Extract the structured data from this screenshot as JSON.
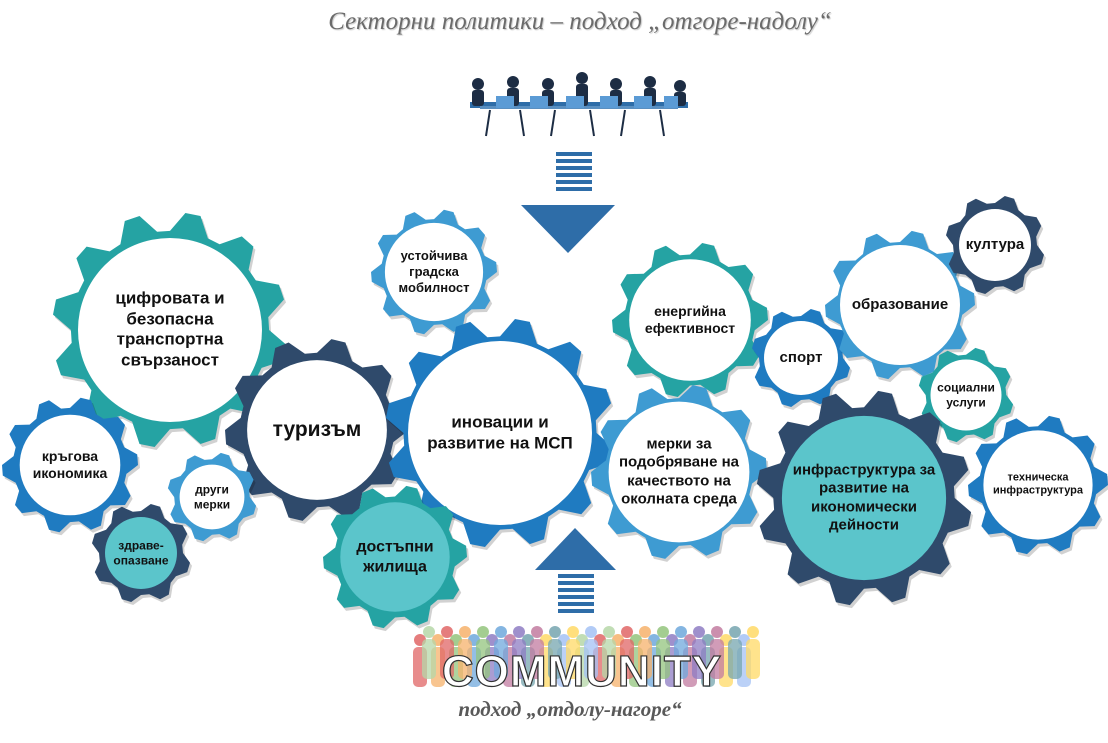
{
  "title": "Секторни политики – подход „отгоре-надолу“",
  "bottom_caption": "подход „отдолу-нагоре“",
  "community_word": "COMMUNITY",
  "colors": {
    "teal": "#25A3A3",
    "dark_navy": "#2F4A6B",
    "blue": "#1F7BC1",
    "light_blue": "#3E9BD2",
    "inner_fill": "#FFFFFF",
    "inner_fill_teal": "#5BC5CB",
    "arrow_blue": "#2E6DA8"
  },
  "gears": [
    {
      "id": "digital",
      "label": "цифровата и безопасна транспортна свързаност",
      "color": "teal",
      "icon": "gear-icon"
    },
    {
      "id": "circular",
      "label": "кръгова икономика",
      "color": "blue",
      "icon": "gear-icon"
    },
    {
      "id": "tourism",
      "label": "туризъм",
      "color": "dark_navy",
      "icon": "gear-icon"
    },
    {
      "id": "other",
      "label": "други мерки",
      "color": "light_blue",
      "icon": "gear-icon"
    },
    {
      "id": "health",
      "label": "здраве-опазване",
      "color": "dark_navy",
      "icon": "gear-icon"
    },
    {
      "id": "mobility",
      "label": "устойчива градска мобилност",
      "color": "light_blue",
      "icon": "gear-icon"
    },
    {
      "id": "innovation",
      "label": "иновации и развитие на МСП",
      "color": "blue",
      "icon": "gear-icon"
    },
    {
      "id": "housing",
      "label": "достъпни жилища",
      "color": "teal",
      "icon": "gear-icon"
    },
    {
      "id": "energy",
      "label": "енергийна ефективност",
      "color": "teal",
      "icon": "gear-icon"
    },
    {
      "id": "environment",
      "label": "мерки за подобряване на качеството на околната среда",
      "color": "light_blue",
      "icon": "gear-icon"
    },
    {
      "id": "sport",
      "label": "спорт",
      "color": "blue",
      "icon": "gear-icon"
    },
    {
      "id": "education",
      "label": "образование",
      "color": "light_blue",
      "icon": "gear-icon"
    },
    {
      "id": "culture",
      "label": "култура",
      "color": "dark_navy",
      "icon": "gear-icon"
    },
    {
      "id": "social",
      "label": "социални услуги",
      "color": "teal",
      "icon": "gear-icon"
    },
    {
      "id": "econ_infra",
      "label": "инфраструктура за развитие на икономически дейности",
      "color": "dark_navy",
      "icon": "gear-icon"
    },
    {
      "id": "tech_infra",
      "label": "техническа инфраструктура",
      "color": "blue",
      "icon": "gear-icon"
    }
  ],
  "icons": {
    "top": "meeting-people-icon",
    "bottom": "community-people-icon",
    "down_arrow": "arrow-down-icon",
    "up_arrow": "arrow-up-icon"
  }
}
